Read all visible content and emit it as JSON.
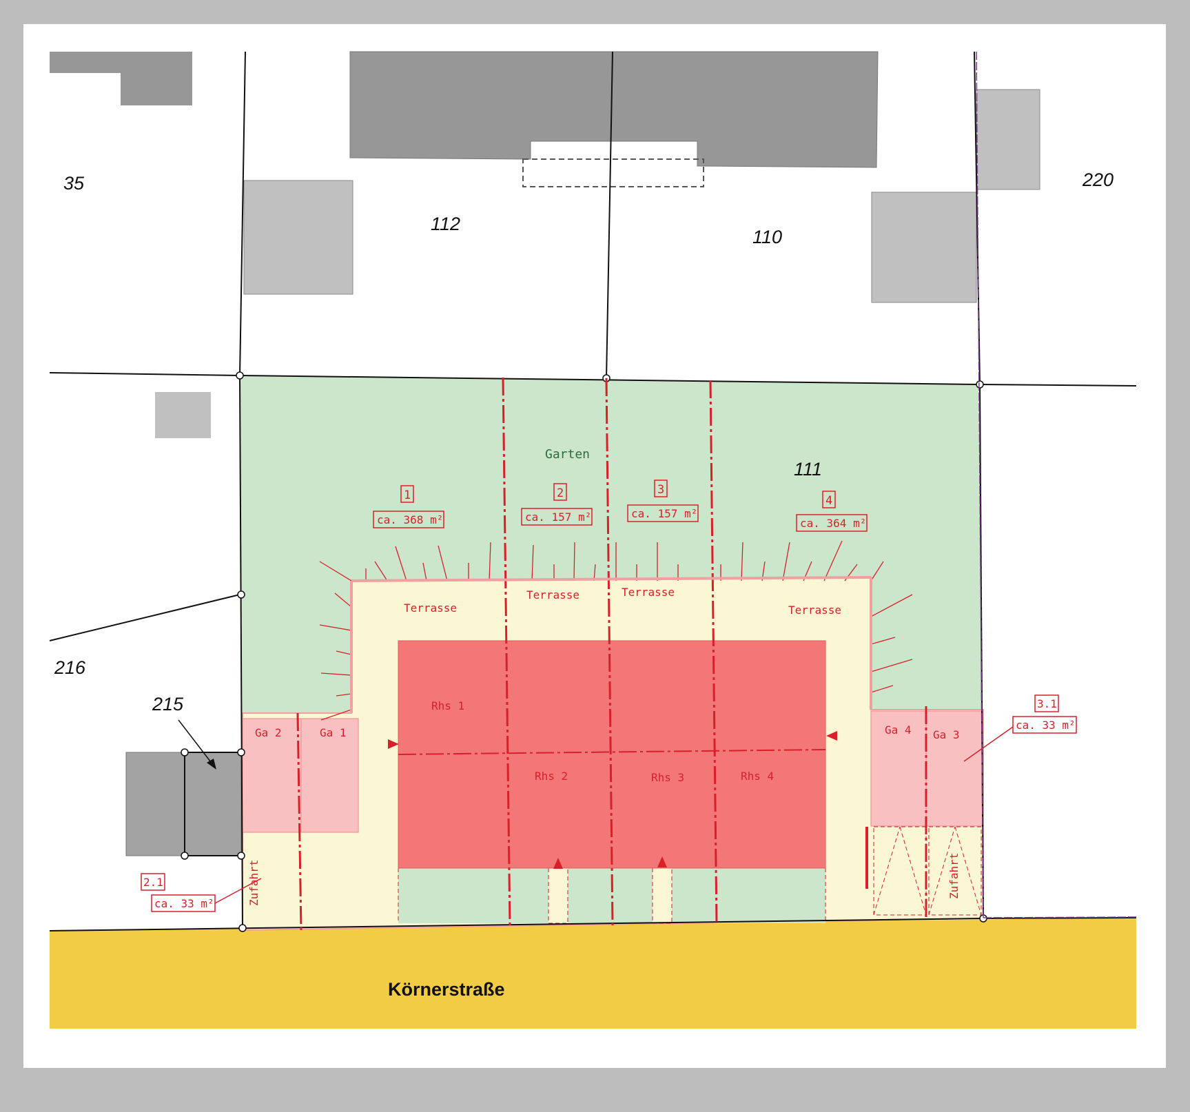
{
  "parcels": {
    "p35": "35",
    "p112": "112",
    "p110": "110",
    "p220": "220",
    "p111": "111",
    "p216": "216",
    "p215": "215"
  },
  "garden_label": "Garten",
  "lots": [
    {
      "number": "1",
      "area": "ca. 368 m²"
    },
    {
      "number": "2",
      "area": "ca. 157 m²"
    },
    {
      "number": "3",
      "area": "ca. 157 m²"
    },
    {
      "number": "4",
      "area": "ca. 364 m²"
    }
  ],
  "garage_lots": [
    {
      "number": "2.1",
      "area": "ca. 33 m²"
    },
    {
      "number": "3.1",
      "area": "ca. 33 m²"
    }
  ],
  "terrace_label": "Terrasse",
  "houses": [
    "Rhs 1",
    "Rhs 2",
    "Rhs 3",
    "Rhs 4"
  ],
  "garages": [
    "Ga 1",
    "Ga 2",
    "Ga 3",
    "Ga 4"
  ],
  "driveway_label": "Zufahrt",
  "street_name": "Körnerstraße",
  "colors": {
    "frame": "#bdbdbd",
    "garden": "#cce6cc",
    "terrace": "#fbf6d4",
    "house": "#f47777",
    "garage": "#f8c0c0",
    "street": "#f2cc45",
    "neighbor_building_dark": "#979797",
    "neighbor_building_light": "#c0c0c0",
    "plan_red": "#d6202a"
  }
}
